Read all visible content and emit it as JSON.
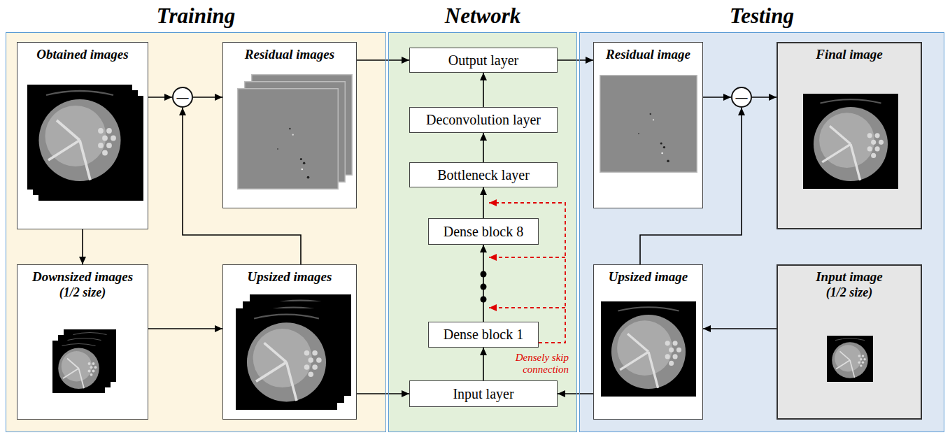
{
  "diagram": {
    "nodes": [
      {
        "text": [
          "Training"
        ]
      },
      {
        "text": [
          "Obtained images"
        ],
        "in": 0
      },
      {
        "text": [
          "—"
        ],
        "in": 0
      },
      {
        "text": [
          "Residual images"
        ],
        "in": 0
      },
      {
        "text": [
          "Downsized images",
          "(1/2 size)"
        ],
        "in": 0
      },
      {
        "text": [
          "Upsized images"
        ],
        "in": 0
      },
      {
        "text": [
          "Network"
        ]
      },
      {
        "text": [
          "Output layer"
        ],
        "in": 6
      },
      {
        "text": [
          "Deconvolution layer"
        ],
        "in": 6
      },
      {
        "text": [
          "Bottleneck layer"
        ],
        "in": 6
      },
      {
        "text": [
          "Dense block 8"
        ],
        "in": 6
      },
      {
        "text": [
          "Dense block 1"
        ],
        "in": 6
      },
      {
        "text": [
          "Input layer"
        ],
        "in": 6
      },
      {
        "text": [
          "Testing"
        ]
      },
      {
        "text": [
          "Residual image"
        ],
        "in": 13
      },
      {
        "text": [
          "—"
        ],
        "in": 13
      },
      {
        "text": [
          "Final image"
        ],
        "in": 13
      },
      {
        "text": [
          "Upsized image"
        ],
        "in": 13
      },
      {
        "text": [
          "Input image",
          "(1/2 size)"
        ],
        "in": 13
      }
    ],
    "edges": [
      {
        "from": 1,
        "to": 2,
        "arrow": "to"
      },
      {
        "from": 2,
        "to": 3,
        "arrow": "to"
      },
      {
        "from": 1,
        "to": 4,
        "arrow": "to"
      },
      {
        "from": 4,
        "to": 5,
        "arrow": "to"
      },
      {
        "from": 5,
        "to": 2,
        "arrow": "to"
      },
      {
        "from": 3,
        "to": 7,
        "arrow": "to"
      },
      {
        "from": 5,
        "to": 12,
        "arrow": "to"
      },
      {
        "from": 12,
        "to": 11,
        "arrow": "to"
      },
      {
        "from": 11,
        "to": 10,
        "arrow": "to"
      },
      {
        "from": 10,
        "to": 9,
        "arrow": "to"
      },
      {
        "from": 9,
        "to": 8,
        "arrow": "to"
      },
      {
        "from": 8,
        "to": 7,
        "arrow": "to"
      },
      {
        "from": 7,
        "to": 14,
        "arrow": "to"
      },
      {
        "from": 14,
        "to": 15,
        "arrow": "to"
      },
      {
        "from": 15,
        "to": 16,
        "arrow": "to"
      },
      {
        "from": 17,
        "to": 15,
        "arrow": "to"
      },
      {
        "from": 18,
        "to": 17,
        "arrow": "to"
      },
      {
        "from": 17,
        "to": 12,
        "arrow": "to"
      }
    ],
    "labels": [
      "Densely skip connection"
    ]
  }
}
